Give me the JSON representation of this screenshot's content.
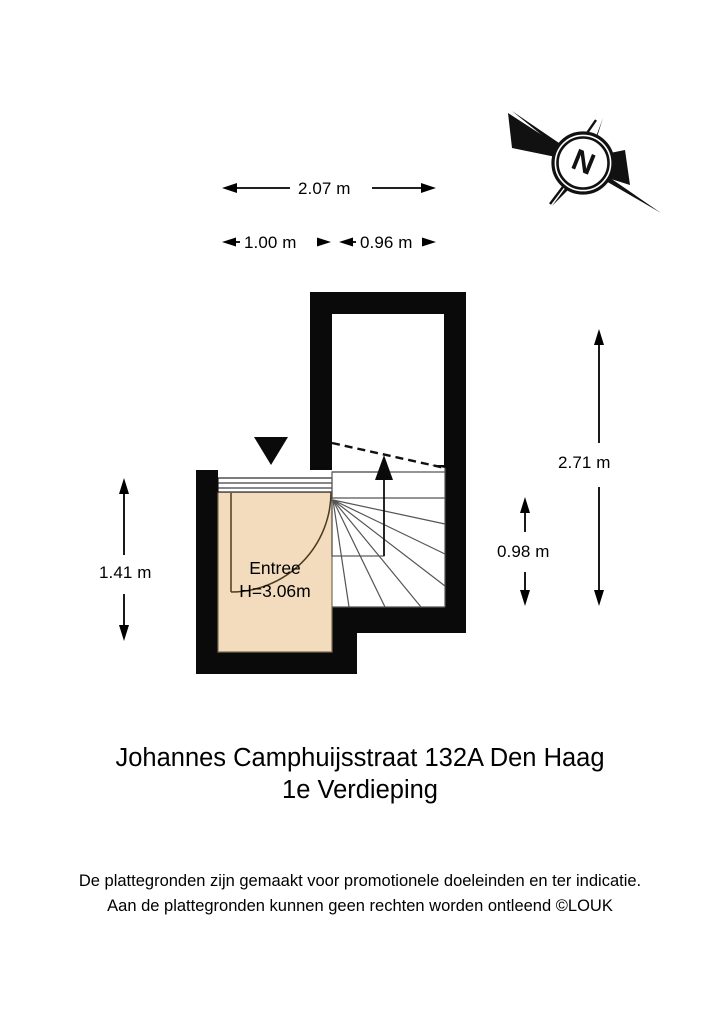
{
  "document": {
    "type": "floor-plan",
    "title_line_1": "Johannes Camphuijsstraat 132A Den Haag",
    "title_line_2": "1e Verdieping",
    "disclaimer_line_1": "De plattegronden zijn gemaakt voor promotionele doeleinden en ter indicatie.",
    "disclaimer_line_2": "Aan de plattegronden kunnen geen rechten worden ontleend ©LOUK"
  },
  "compass": {
    "icon": "compass-north-icon",
    "label": "N"
  },
  "dimensions": {
    "top_overall": "2.07 m",
    "top_left_segment": "1.00 m",
    "top_right_segment": "0.96 m",
    "right_outer": "2.71 m",
    "right_inner": "0.98 m",
    "left_outer": "1.41 m"
  },
  "rooms": [
    {
      "name": "Entree",
      "height_label": "H=3.06m",
      "fill": "#f2dcbd"
    }
  ],
  "features": {
    "window_icon": "window-icon",
    "door_icon": "door-swing-icon",
    "entry_marker_icon": "entry-arrow-down-icon",
    "stair_direction_icon": "stair-up-arrow-icon",
    "stairs_name": "staircase"
  },
  "colors": {
    "wall": "#0a0a0a",
    "room_fill": "#f2dcbd",
    "room_outline": "#7a6a50",
    "stair_line": "#4a4a4a",
    "background": "#ffffff"
  }
}
